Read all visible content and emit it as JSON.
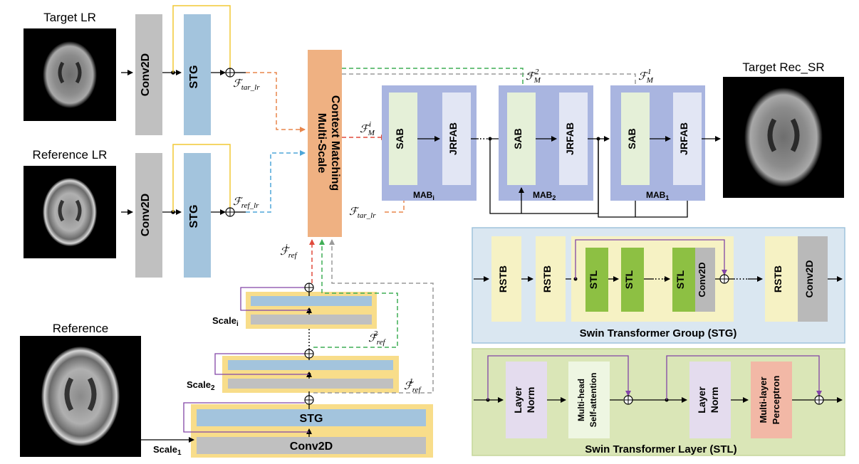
{
  "images": {
    "target_lr": "Target LR",
    "reference_lr": "Reference LR",
    "reference": "Reference",
    "target_rec": "Target Rec_SR"
  },
  "blocks": {
    "conv2d": "Conv2D",
    "stg": "STG",
    "mscm_line1": "Multi-Scale",
    "mscm_line2": "Context Matching",
    "sab": "SAB",
    "jrfab": "JRFAB",
    "rstb": "RSTB",
    "stl": "STL",
    "layer": "Layer",
    "norm": "Norm",
    "mha1": "Multi-head",
    "mha2": "Self-attention",
    "mlp1": "Multi-layer",
    "mlp2": "Perceptron"
  },
  "mab": {
    "i": {
      "base": "MAB",
      "sub": "i"
    },
    "two": {
      "base": "MAB",
      "sub": "2"
    },
    "one": {
      "base": "MAB",
      "sub": "1"
    }
  },
  "scales": {
    "i": {
      "base": "Scale",
      "sub": "i"
    },
    "two": {
      "base": "Scale",
      "sub": "2"
    },
    "one": {
      "base": "Scale",
      "sub": "1"
    }
  },
  "features": {
    "F": "ℱ",
    "tar_lr": "tar_lr",
    "ref_lr": "ref_lr",
    "M": "M",
    "ref": "ref",
    "i": "i",
    "one": "1",
    "two": "2"
  },
  "groups": {
    "stg_title": "Swin Transformer Group (STG)",
    "stl_title": "Swin Transformer Layer (STL)"
  },
  "colors": {
    "conv": "#c0c0c0",
    "stg": "#a3c4dd",
    "mscm": "#efb182",
    "mab_bg": "#a9b5e0",
    "sab": "#e5f0d8",
    "jrfab": "#e2e6f4",
    "rstb": "#f6f2c4",
    "stl": "#8dc043",
    "stg_panel": "#dae7f1",
    "stl_panel": "#dae6b7",
    "norm": "#e4dcee",
    "mha": "#eef6e2",
    "mlp": "#f2b8a6",
    "scale_bg": "#f8dd8a",
    "yellow_line": "#f2c834",
    "purple_line": "#8245a6",
    "orange_dash": "#e8864c",
    "blue_dash": "#4ea6d8",
    "red_dash": "#e04a3c",
    "green_dash": "#3fae55",
    "gray_dash": "#9a9a9a"
  }
}
